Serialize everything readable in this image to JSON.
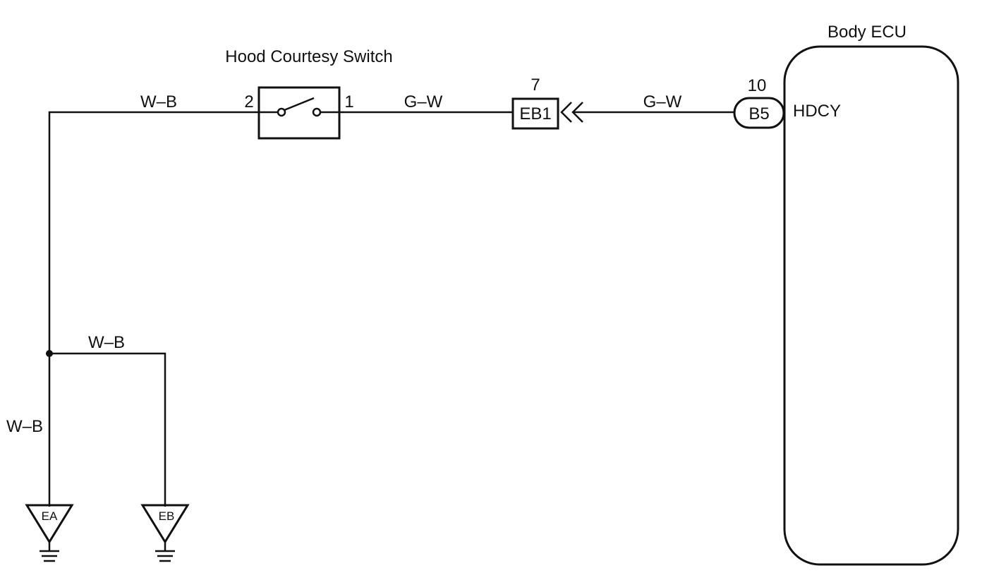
{
  "switch": {
    "title": "Hood Courtesy Switch",
    "pin_left": "2",
    "pin_right": "1"
  },
  "wires": {
    "switch_to_ground": "W–B",
    "switch_to_connector": "G–W",
    "connector_to_ecu": "G–W",
    "junction_to_eb": "W–B",
    "junction_to_ea": "W–B"
  },
  "connector": {
    "pin": "7",
    "name": "EB1"
  },
  "ecu": {
    "title": "Body ECU",
    "terminal_pin": "10",
    "terminal_connector": "B5",
    "terminal_signal": "HDCY"
  },
  "grounds": {
    "ea": "EA",
    "eb": "EB"
  }
}
